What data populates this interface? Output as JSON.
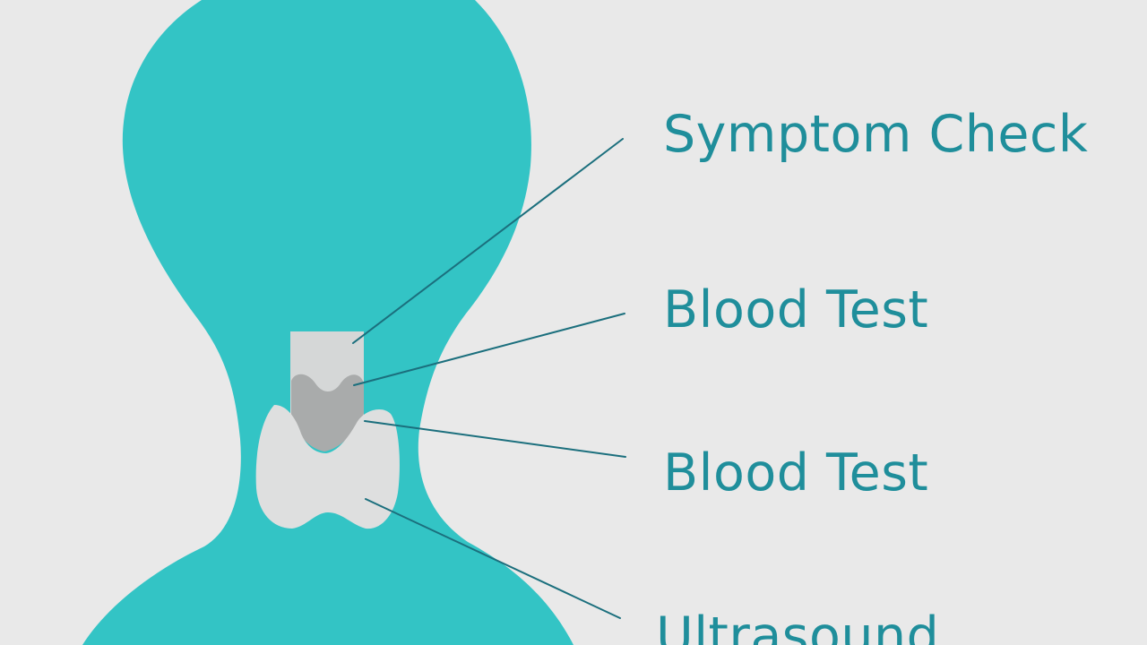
{
  "colors": {
    "background": "#e9e9e9",
    "body": "#33c4c5",
    "label_text": "#1f8e9b",
    "leader_line": "#1b6f7d",
    "larynx_box": "#d5d7d7",
    "thyroid_cartilage": "#a9abab",
    "thyroid_gland": "#dedfdf"
  },
  "icons": {
    "figure": "head-and-neck-silhouette-icon",
    "larynx": "larynx-icon",
    "cartilage": "thyroid-cartilage-icon",
    "gland": "thyroid-gland-icon"
  },
  "labels": [
    {
      "text": "Symptom Check"
    },
    {
      "text": "Blood Test"
    },
    {
      "text": "Blood Test"
    },
    {
      "text": "Ultrasound"
    }
  ]
}
